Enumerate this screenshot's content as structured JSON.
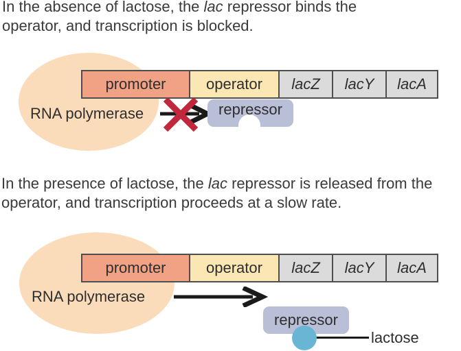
{
  "colors": {
    "polymerase_blob": "#FBDCBA",
    "promoter_fill": "#F1A184",
    "operator_fill": "#FAE7B4",
    "gene_fill": "#DBDBDC",
    "box_border": "#4D4E50",
    "repressor_fill": "#B9BFD7",
    "lactose_fill": "#68B6D4",
    "blocked_x": "#C1283B",
    "arrow": "#1A1A1A",
    "text": "#3A3A3A"
  },
  "panel1": {
    "caption_pre": "In the absence of lactose, the ",
    "caption_italic": "lac",
    "caption_post": " repressor binds the operator, and transcription is blocked.",
    "rna_polymerase_label": "RNA polymerase",
    "repressor_label": "repressor",
    "genes": [
      {
        "label": "promoter"
      },
      {
        "label": "operator"
      },
      {
        "label": "lacZ"
      },
      {
        "label": "lacY"
      },
      {
        "label": "lacA"
      }
    ]
  },
  "panel2": {
    "caption_pre": "In the presence of lactose, the ",
    "caption_italic": "lac",
    "caption_post": " repressor is released from the operator, and transcription proceeds at a slow rate.",
    "rna_polymerase_label": "RNA polymerase",
    "repressor_label": "repressor",
    "lactose_label": "lactose",
    "genes": [
      {
        "label": "promoter"
      },
      {
        "label": "operator"
      },
      {
        "label": "lacZ"
      },
      {
        "label": "lacY"
      },
      {
        "label": "lacA"
      }
    ]
  }
}
